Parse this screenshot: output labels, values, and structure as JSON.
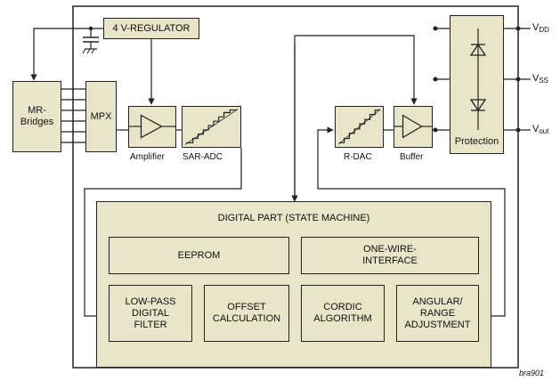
{
  "regulator": "4 V-REGULATOR",
  "mr_bridges": "MR-\nBridges",
  "mpx": "MPX",
  "amplifier": "Amplifier",
  "sar_adc": "SAR-ADC",
  "r_dac": "R-DAC",
  "buffer": "Buffer",
  "protection": "Protection",
  "pins": {
    "vdd": {
      "main": "V",
      "sub": "DD"
    },
    "vss": {
      "main": "V",
      "sub": "SS"
    },
    "vout": {
      "main": "V",
      "sub": "out"
    }
  },
  "digital": {
    "title": "DIGITAL PART (STATE MACHINE)",
    "eeprom": "EEPROM",
    "one_wire": "ONE-WIRE-\nINTERFACE",
    "lowpass": "LOW-PASS\nDIGITAL\nFILTER",
    "offset": "OFFSET\nCALCULATION",
    "cordic": "CORDIC\nALGORITHM",
    "angular": "ANGULAR/\nRANGE\nADJUSTMENT"
  },
  "figure_code": "bra901"
}
